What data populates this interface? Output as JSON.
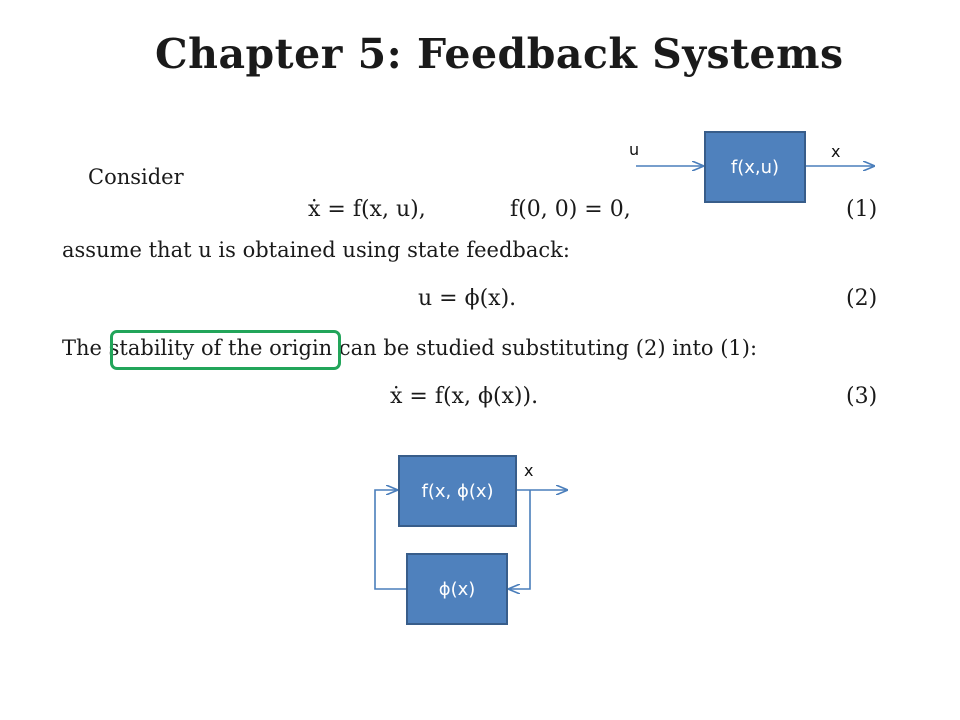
{
  "title": "Chapter 5: Feedback Systems",
  "body": {
    "consider": "Consider",
    "eq1_lhs": "ẋ = f(x, u),",
    "eq1_rhs": "f(0, 0) = 0,",
    "eq1_num": "(1)",
    "assume_text": "assume that u is obtained using state feedback:",
    "eq2": "u = ϕ(x).",
    "eq2_num": "(2)",
    "stability_prefix": "The",
    "stability_highlight": "stability of the origin",
    "stability_suffix": "can be studied substituting (2) into (1):",
    "eq3": "ẋ = f(x, ϕ(x)).",
    "eq3_num": "(3)"
  },
  "diagram_open_loop": {
    "input_label": "u",
    "block_label": "f(x,u)",
    "output_label": "x"
  },
  "diagram_closed_loop": {
    "forward_block_label": "f(x, ϕ(x)",
    "feedback_block_label": "ϕ(x)",
    "output_label": "x"
  },
  "colors": {
    "block_fill": "#4f81bd",
    "block_border": "#385d8a",
    "highlight": "#22a55a"
  }
}
